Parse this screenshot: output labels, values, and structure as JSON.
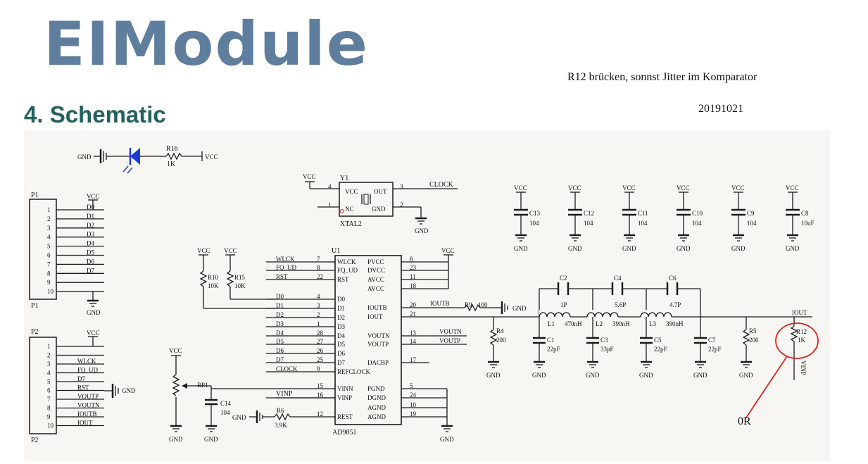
{
  "header": {
    "logo_text": "EIModule",
    "section_title": "4. Schematic",
    "note": "R12 brücken, sonnst Jitter im Komparator",
    "date": "20191021"
  },
  "annotation": {
    "label": "0R",
    "color": "#e02020"
  },
  "schematic": {
    "power": {
      "vcc": "VCC",
      "gnd": "GND"
    },
    "led": {
      "ref": "R16",
      "value": "1K"
    },
    "p1": {
      "ref": "P1",
      "pins": [
        "1",
        "2",
        "3",
        "4",
        "5",
        "6",
        "7",
        "8",
        "9",
        "10"
      ],
      "nets": [
        "D0",
        "D1",
        "D2",
        "D3",
        "D4",
        "D5",
        "D6",
        "D7"
      ]
    },
    "p2": {
      "ref": "P2",
      "pins": [
        "1",
        "2",
        "3",
        "4",
        "5",
        "6",
        "7",
        "8",
        "9",
        "10"
      ],
      "nets": [
        "WLCK",
        "FQ_UD",
        "D7",
        "RST",
        "VOUTP",
        "VOUTN",
        "IOUTB",
        "IOUT"
      ]
    },
    "crystal": {
      "ref": "Y1",
      "name": "XTAL2",
      "pins": [
        "VCC",
        "OUT",
        "NC",
        "GND"
      ],
      "pin_numbers": [
        "4",
        "3",
        "1",
        "2"
      ],
      "net": "CLOCK"
    },
    "decoupling": [
      {
        "ref": "C13",
        "value": "104"
      },
      {
        "ref": "C12",
        "value": "104"
      },
      {
        "ref": "C11",
        "value": "104"
      },
      {
        "ref": "C10",
        "value": "104"
      },
      {
        "ref": "C9",
        "value": "104"
      },
      {
        "ref": "C8",
        "value": "10uF"
      }
    ],
    "u1": {
      "ref": "U1",
      "part": "AD9851",
      "left_pins": [
        {
          "num": "7",
          "name": "WLCK",
          "net": "WLCK"
        },
        {
          "num": "8",
          "name": "FQ_UD",
          "net": "FQ_UD"
        },
        {
          "num": "22",
          "name": "RST",
          "net": "RST"
        },
        {
          "num": "4",
          "name": "D0",
          "net": "D0"
        },
        {
          "num": "3",
          "name": "D1",
          "net": "D1"
        },
        {
          "num": "2",
          "name": "D2",
          "net": "D2"
        },
        {
          "num": "1",
          "name": "D3",
          "net": "D3"
        },
        {
          "num": "28",
          "name": "D4",
          "net": "D4"
        },
        {
          "num": "27",
          "name": "D5",
          "net": "D5"
        },
        {
          "num": "26",
          "name": "D6",
          "net": "D6"
        },
        {
          "num": "25",
          "name": "D7",
          "net": "D7"
        },
        {
          "num": "9",
          "name": "REFCLOCK",
          "net": "CLOCK"
        },
        {
          "num": "15",
          "name": "VINN",
          "net": ""
        },
        {
          "num": "16",
          "name": "VINP",
          "net": "VINP"
        },
        {
          "num": "12",
          "name": "REST",
          "net": ""
        }
      ],
      "right_pins": [
        {
          "num": "6",
          "name": "PVCC"
        },
        {
          "num": "23",
          "name": "DVCC"
        },
        {
          "num": "11",
          "name": "AVCC"
        },
        {
          "num": "18",
          "name": "AVCC"
        },
        {
          "num": "20",
          "name": "IOUTB"
        },
        {
          "num": "21",
          "name": "IOUT"
        },
        {
          "num": "13",
          "name": "VOUTN"
        },
        {
          "num": "14",
          "name": "VOUTP"
        },
        {
          "num": "17",
          "name": "DACBP"
        },
        {
          "num": "5",
          "name": "PGND"
        },
        {
          "num": "24",
          "name": "DGND"
        },
        {
          "num": "10",
          "name": "AGND"
        },
        {
          "num": "19",
          "name": "AGND"
        }
      ],
      "right_nets": {
        "ioutb": "IOUTB",
        "voutn": "VOUTN",
        "voutp": "VOUTP"
      }
    },
    "resistors": {
      "r10": {
        "ref": "R10",
        "value": "10K"
      },
      "r15": {
        "ref": "R15",
        "value": "10K"
      },
      "r9": {
        "ref": "R9",
        "value": "100"
      },
      "r6": {
        "ref": "R6",
        "value": "3.9K"
      },
      "r4": {
        "ref": "R4",
        "value": "200"
      },
      "r5": {
        "ref": "R5",
        "value": "200"
      },
      "r12": {
        "ref": "R12",
        "value": "1K"
      }
    },
    "pot": {
      "ref": "RP1"
    },
    "c14": {
      "ref": "C14",
      "value": "104"
    },
    "filter": {
      "top_caps": [
        {
          "ref": "C2",
          "value": "1P"
        },
        {
          "ref": "C4",
          "value": "5.6P"
        },
        {
          "ref": "C6",
          "value": "4.7P"
        }
      ],
      "inductors": [
        {
          "ref": "L1",
          "value": "470nH"
        },
        {
          "ref": "L2",
          "value": "390nH"
        },
        {
          "ref": "L3",
          "value": "390nH"
        }
      ],
      "shunt_caps": [
        {
          "ref": "C1",
          "value": "22pF"
        },
        {
          "ref": "C3",
          "value": "33pF"
        },
        {
          "ref": "C5",
          "value": "22pF"
        },
        {
          "ref": "C7",
          "value": "22pF"
        }
      ],
      "out_net": "IOUT",
      "vinp_net": "VINP"
    }
  }
}
